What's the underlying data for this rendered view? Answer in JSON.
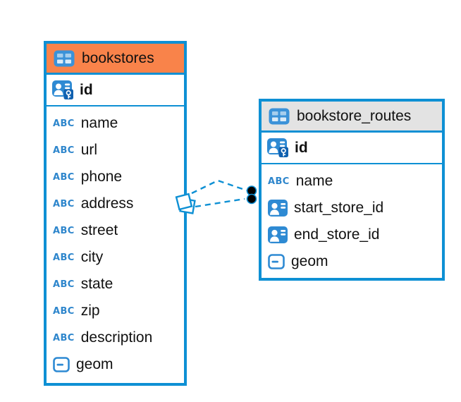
{
  "colors": {
    "table_border_blue": "#0E90D4",
    "icon_blue": "#2E8AD3",
    "bookstores_header_orange": "#F9834A",
    "routes_header_gray": "#E3E3E3",
    "relationship_dot_black": "#000000",
    "text_black": "#111111"
  },
  "tables": [
    {
      "name": "bookstores",
      "primary_key": {
        "name": "id",
        "type": "primary-key"
      },
      "columns": [
        {
          "name": "name",
          "type": "text"
        },
        {
          "name": "url",
          "type": "text"
        },
        {
          "name": "phone",
          "type": "text"
        },
        {
          "name": "address",
          "type": "text"
        },
        {
          "name": "street",
          "type": "text"
        },
        {
          "name": "city",
          "type": "text"
        },
        {
          "name": "state",
          "type": "text"
        },
        {
          "name": "zip",
          "type": "text"
        },
        {
          "name": "description",
          "type": "text"
        },
        {
          "name": "geom",
          "type": "geometry"
        }
      ]
    },
    {
      "name": "bookstore_routes",
      "primary_key": {
        "name": "id",
        "type": "primary-key"
      },
      "columns": [
        {
          "name": "name",
          "type": "text"
        },
        {
          "name": "start_store_id",
          "type": "reference"
        },
        {
          "name": "end_store_id",
          "type": "reference"
        },
        {
          "name": "geom",
          "type": "geometry"
        }
      ]
    }
  ]
}
